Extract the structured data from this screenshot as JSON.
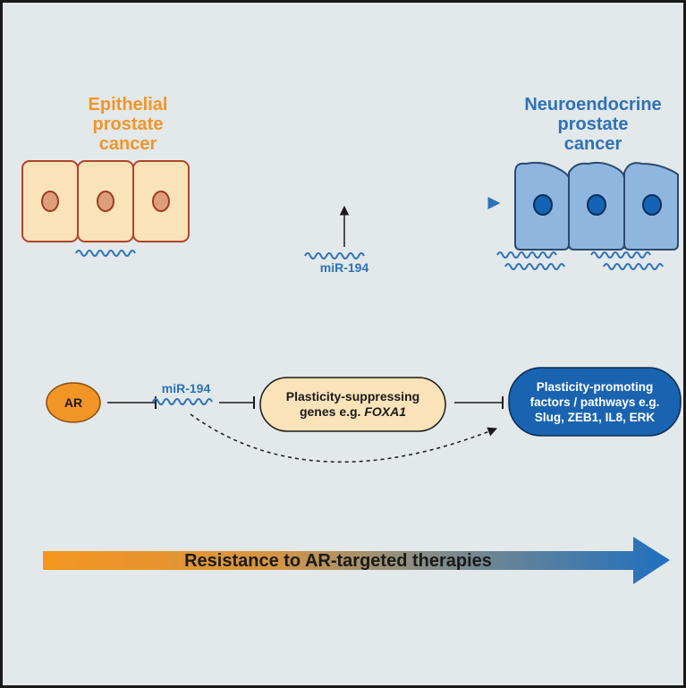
{
  "top": {
    "epithelial_label": [
      "Epithelial",
      "prostate",
      "cancer"
    ],
    "neuroendocrine_label": [
      "Neuroendocrine",
      "prostate",
      "cancer"
    ],
    "mirna_label": "miR-194"
  },
  "pathway": {
    "ar_label": "AR",
    "mirna_label": "miR-194",
    "suppressing_genes": [
      "Plasticity-suppressing",
      "genes e.g. ",
      "FOXA1"
    ],
    "promoting_factors": [
      "Plasticity-promoting",
      "factors / pathways e.g.",
      "Slug, ZEB1, IL8, ERK"
    ]
  },
  "bottom": {
    "resistance_label": "Resistance to AR-targeted therapies"
  },
  "colors": {
    "orange": "#f29527",
    "blue": "#2d72b8",
    "epithelial_cell": "#fae3b8",
    "neuro_cell": "#8fb6de",
    "background": "#e3e8ea"
  }
}
